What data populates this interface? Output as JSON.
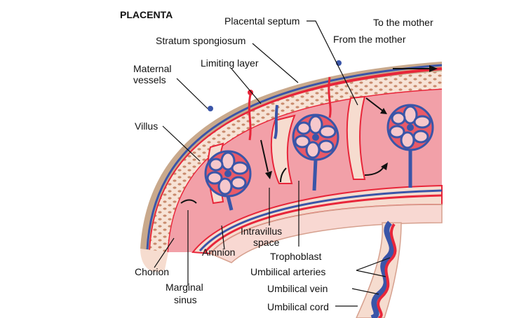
{
  "title": "PLACENTA",
  "labels": {
    "placental_septum": "Placental septum",
    "to_the_mother": "To the mother",
    "stratum_spongiosum": "Stratum spongiosum",
    "from_the_mother": "From the mother",
    "limiting_layer": "Limiting layer",
    "maternal_vessels_1": "Maternal",
    "maternal_vessels_2": "vessels",
    "villus": "Villus",
    "intravillus_space_1": "Intravillus",
    "intravillus_space_2": "space",
    "amnion": "Amnion",
    "trophoblast": "Trophoblast",
    "chorion": "Chorion",
    "umbilical_arteries": "Umbilical arteries",
    "marginal_sinus_1": "Marginal",
    "marginal_sinus_2": "sinus",
    "umbilical_vein": "Umbilical vein",
    "umbilical_cord": "Umbilical cord"
  },
  "colors": {
    "artery_red": "#e8263a",
    "vein_blue": "#3a55a8",
    "blood_pink": "#f2a0a8",
    "tissue_tan": "#c9a98c",
    "tissue_light": "#f6dccf",
    "membrane_pink": "#f8d8d2"
  }
}
